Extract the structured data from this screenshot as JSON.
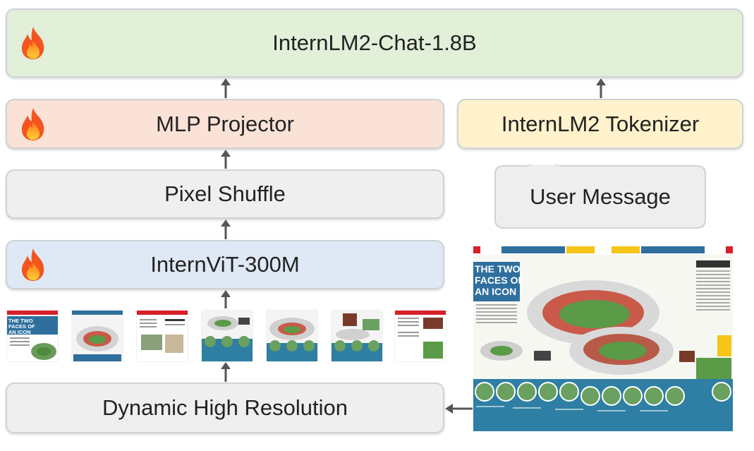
{
  "blocks": {
    "llm": "InternLM2-Chat-1.8B",
    "mlp": "MLP Projector",
    "tokenizer": "InternLM2 Tokenizer",
    "pixel_shuffle": "Pixel Shuffle",
    "vit": "InternViT-300M",
    "dynamic": "Dynamic High Resolution",
    "user_message": "User Message"
  },
  "poster": {
    "headline": [
      "THE TWO",
      "FACES OF",
      "AN ICON"
    ],
    "thumb_headline": [
      "THE TWO",
      "FACES OF",
      "AN ICON"
    ]
  },
  "icons": [
    "fire-icon",
    "up-arrow-icon",
    "left-arrow-icon",
    "speech-bubble-icon"
  ],
  "colors": {
    "llm": "#e2efd9",
    "mlp": "#fae2d6",
    "tokenizer": "#fff2cc",
    "vit": "#dee9f5",
    "neutral": "#efefef",
    "arrow": "#555555"
  }
}
